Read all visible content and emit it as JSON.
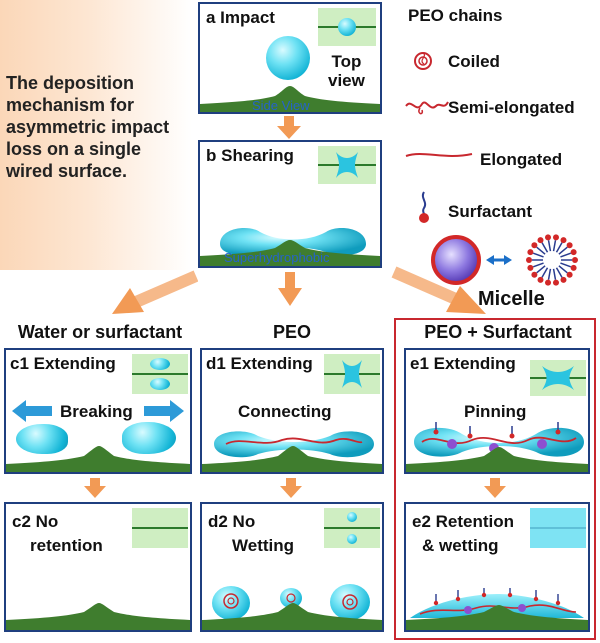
{
  "intro": {
    "line1": "The deposition",
    "line2": "mechanism for",
    "line3": "asymmetric impact",
    "line4": "loss on a single",
    "line5": "wired surface."
  },
  "panels": {
    "a": {
      "title": "a Impact",
      "topview1": "Top",
      "topview2": "view",
      "bottom": "Side View"
    },
    "b": {
      "title": "b Shearing",
      "bottom": "Superhydrophobic"
    },
    "c1": {
      "title": "c1 Extending",
      "center": "Breaking"
    },
    "d1": {
      "title": "d1 Extending",
      "center": "Connecting"
    },
    "e1": {
      "title": "e1 Extending",
      "center": "Pinning"
    },
    "c2": {
      "title1": "c2 No",
      "title2": "retention"
    },
    "d2": {
      "title1": "d2 No",
      "title2": "Wetting"
    },
    "e2": {
      "title1": "e2 Retention",
      "title2": "& wetting"
    }
  },
  "sections": {
    "water": "Water or surfactant",
    "peo": "PEO",
    "peo_surf": "PEO + Surfactant"
  },
  "legend": {
    "header": "PEO chains",
    "coiled": "Coiled",
    "semi": "Semi-elongated",
    "elongated": "Elongated",
    "surfactant": "Surfactant",
    "micelle": "Micelle"
  },
  "colors": {
    "frame": "#1f3f7f",
    "ground": "#3f7d2e",
    "water": "#14b5d6",
    "arrow": "#f29a55",
    "highlight": "#c8282f",
    "chain": "#c8282f"
  }
}
